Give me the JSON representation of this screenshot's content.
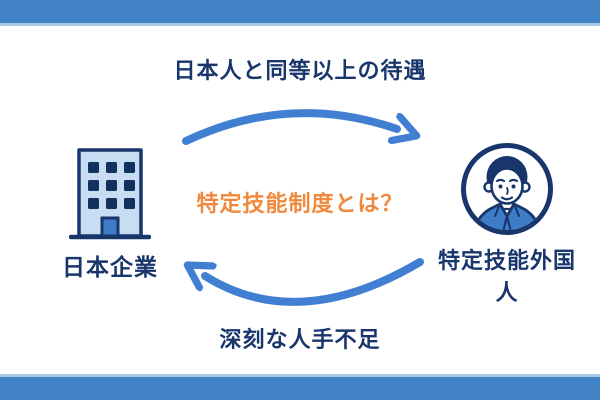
{
  "colors": {
    "background": "#ffffff",
    "bar_blue": "#4283c6",
    "bar_light_strip": "#aac9e6",
    "arrow_blue": "#417fd3",
    "navy_text": "#18366b",
    "accent_orange": "#f0893d",
    "building_fill": "#c8ddf2",
    "mid_blue_fill": "#3e7cc7"
  },
  "diagram": {
    "center_title": "特定技能制度とは？",
    "top_caption": "日本人と同等以上の待遇",
    "bottom_caption": "深刻な人手不足",
    "left_entity": {
      "label": "日本企業",
      "icon": "office-building-icon"
    },
    "right_entity": {
      "label": "特定技能外国人",
      "icon": "foreign-worker-avatar-icon"
    },
    "arrows": [
      {
        "name": "top-arrow",
        "direction": "left-to-right",
        "caption": "日本人と同等以上の待遇"
      },
      {
        "name": "bottom-arrow",
        "direction": "right-to-left",
        "caption": "深刻な人手不足"
      }
    ]
  }
}
